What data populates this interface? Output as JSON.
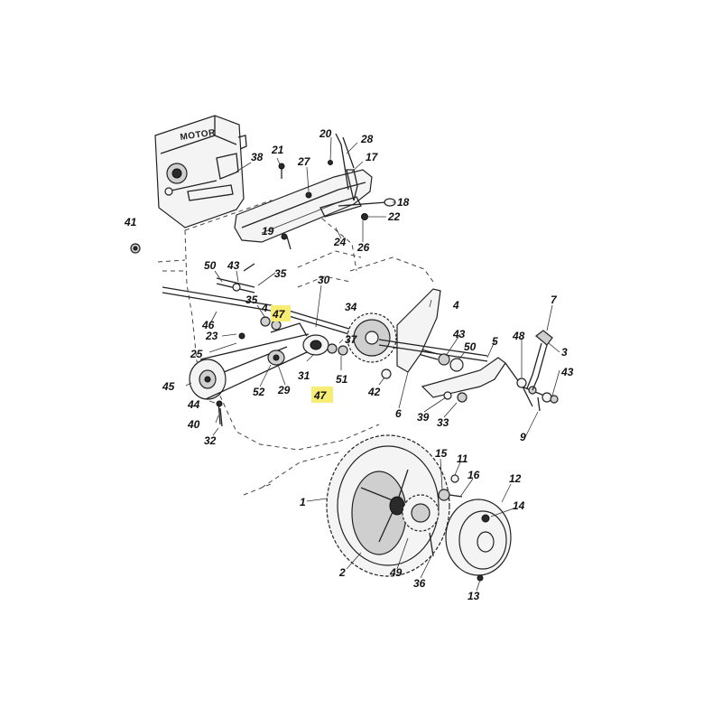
{
  "diagram": {
    "motor_label": "MOTOR",
    "highlight_color": "#f7ec74",
    "callouts": [
      {
        "id": "c20",
        "text": "20"
      },
      {
        "id": "c28",
        "text": "28"
      },
      {
        "id": "c21",
        "text": "21"
      },
      {
        "id": "c27",
        "text": "27"
      },
      {
        "id": "c17",
        "text": "17"
      },
      {
        "id": "c38",
        "text": "38"
      },
      {
        "id": "c18",
        "text": "18"
      },
      {
        "id": "c22",
        "text": "22"
      },
      {
        "id": "c41",
        "text": "41"
      },
      {
        "id": "c19",
        "text": "19"
      },
      {
        "id": "c24",
        "text": "24"
      },
      {
        "id": "c26",
        "text": "26"
      },
      {
        "id": "c50a",
        "text": "50"
      },
      {
        "id": "c43a",
        "text": "43"
      },
      {
        "id": "c35a",
        "text": "35"
      },
      {
        "id": "c30",
        "text": "30"
      },
      {
        "id": "c35b",
        "text": "35"
      },
      {
        "id": "c4a",
        "text": "4"
      },
      {
        "id": "c47a",
        "text": "47"
      },
      {
        "id": "c34",
        "text": "34"
      },
      {
        "id": "c4b",
        "text": "4"
      },
      {
        "id": "c7",
        "text": "7"
      },
      {
        "id": "c46",
        "text": "46"
      },
      {
        "id": "c23",
        "text": "23"
      },
      {
        "id": "c37",
        "text": "37"
      },
      {
        "id": "c43b",
        "text": "43"
      },
      {
        "id": "c5",
        "text": "5"
      },
      {
        "id": "c48",
        "text": "48"
      },
      {
        "id": "c3",
        "text": "3"
      },
      {
        "id": "c50b",
        "text": "50"
      },
      {
        "id": "c25",
        "text": "25"
      },
      {
        "id": "c43c",
        "text": "43"
      },
      {
        "id": "c31",
        "text": "31"
      },
      {
        "id": "c51",
        "text": "51"
      },
      {
        "id": "c45",
        "text": "45"
      },
      {
        "id": "c52",
        "text": "52"
      },
      {
        "id": "c29",
        "text": "29"
      },
      {
        "id": "c47b",
        "text": "47"
      },
      {
        "id": "c42",
        "text": "42"
      },
      {
        "id": "c6",
        "text": "6"
      },
      {
        "id": "c44",
        "text": "44"
      },
      {
        "id": "c39",
        "text": "39"
      },
      {
        "id": "c33",
        "text": "33"
      },
      {
        "id": "c9",
        "text": "9"
      },
      {
        "id": "c40",
        "text": "40"
      },
      {
        "id": "c32",
        "text": "32"
      },
      {
        "id": "c15",
        "text": "15"
      },
      {
        "id": "c11",
        "text": "11"
      },
      {
        "id": "c16",
        "text": "16"
      },
      {
        "id": "c12",
        "text": "12"
      },
      {
        "id": "c1",
        "text": "1"
      },
      {
        "id": "c14",
        "text": "14"
      },
      {
        "id": "c2",
        "text": "2"
      },
      {
        "id": "c49",
        "text": "49"
      },
      {
        "id": "c36",
        "text": "36"
      },
      {
        "id": "c13",
        "text": "13"
      }
    ]
  }
}
